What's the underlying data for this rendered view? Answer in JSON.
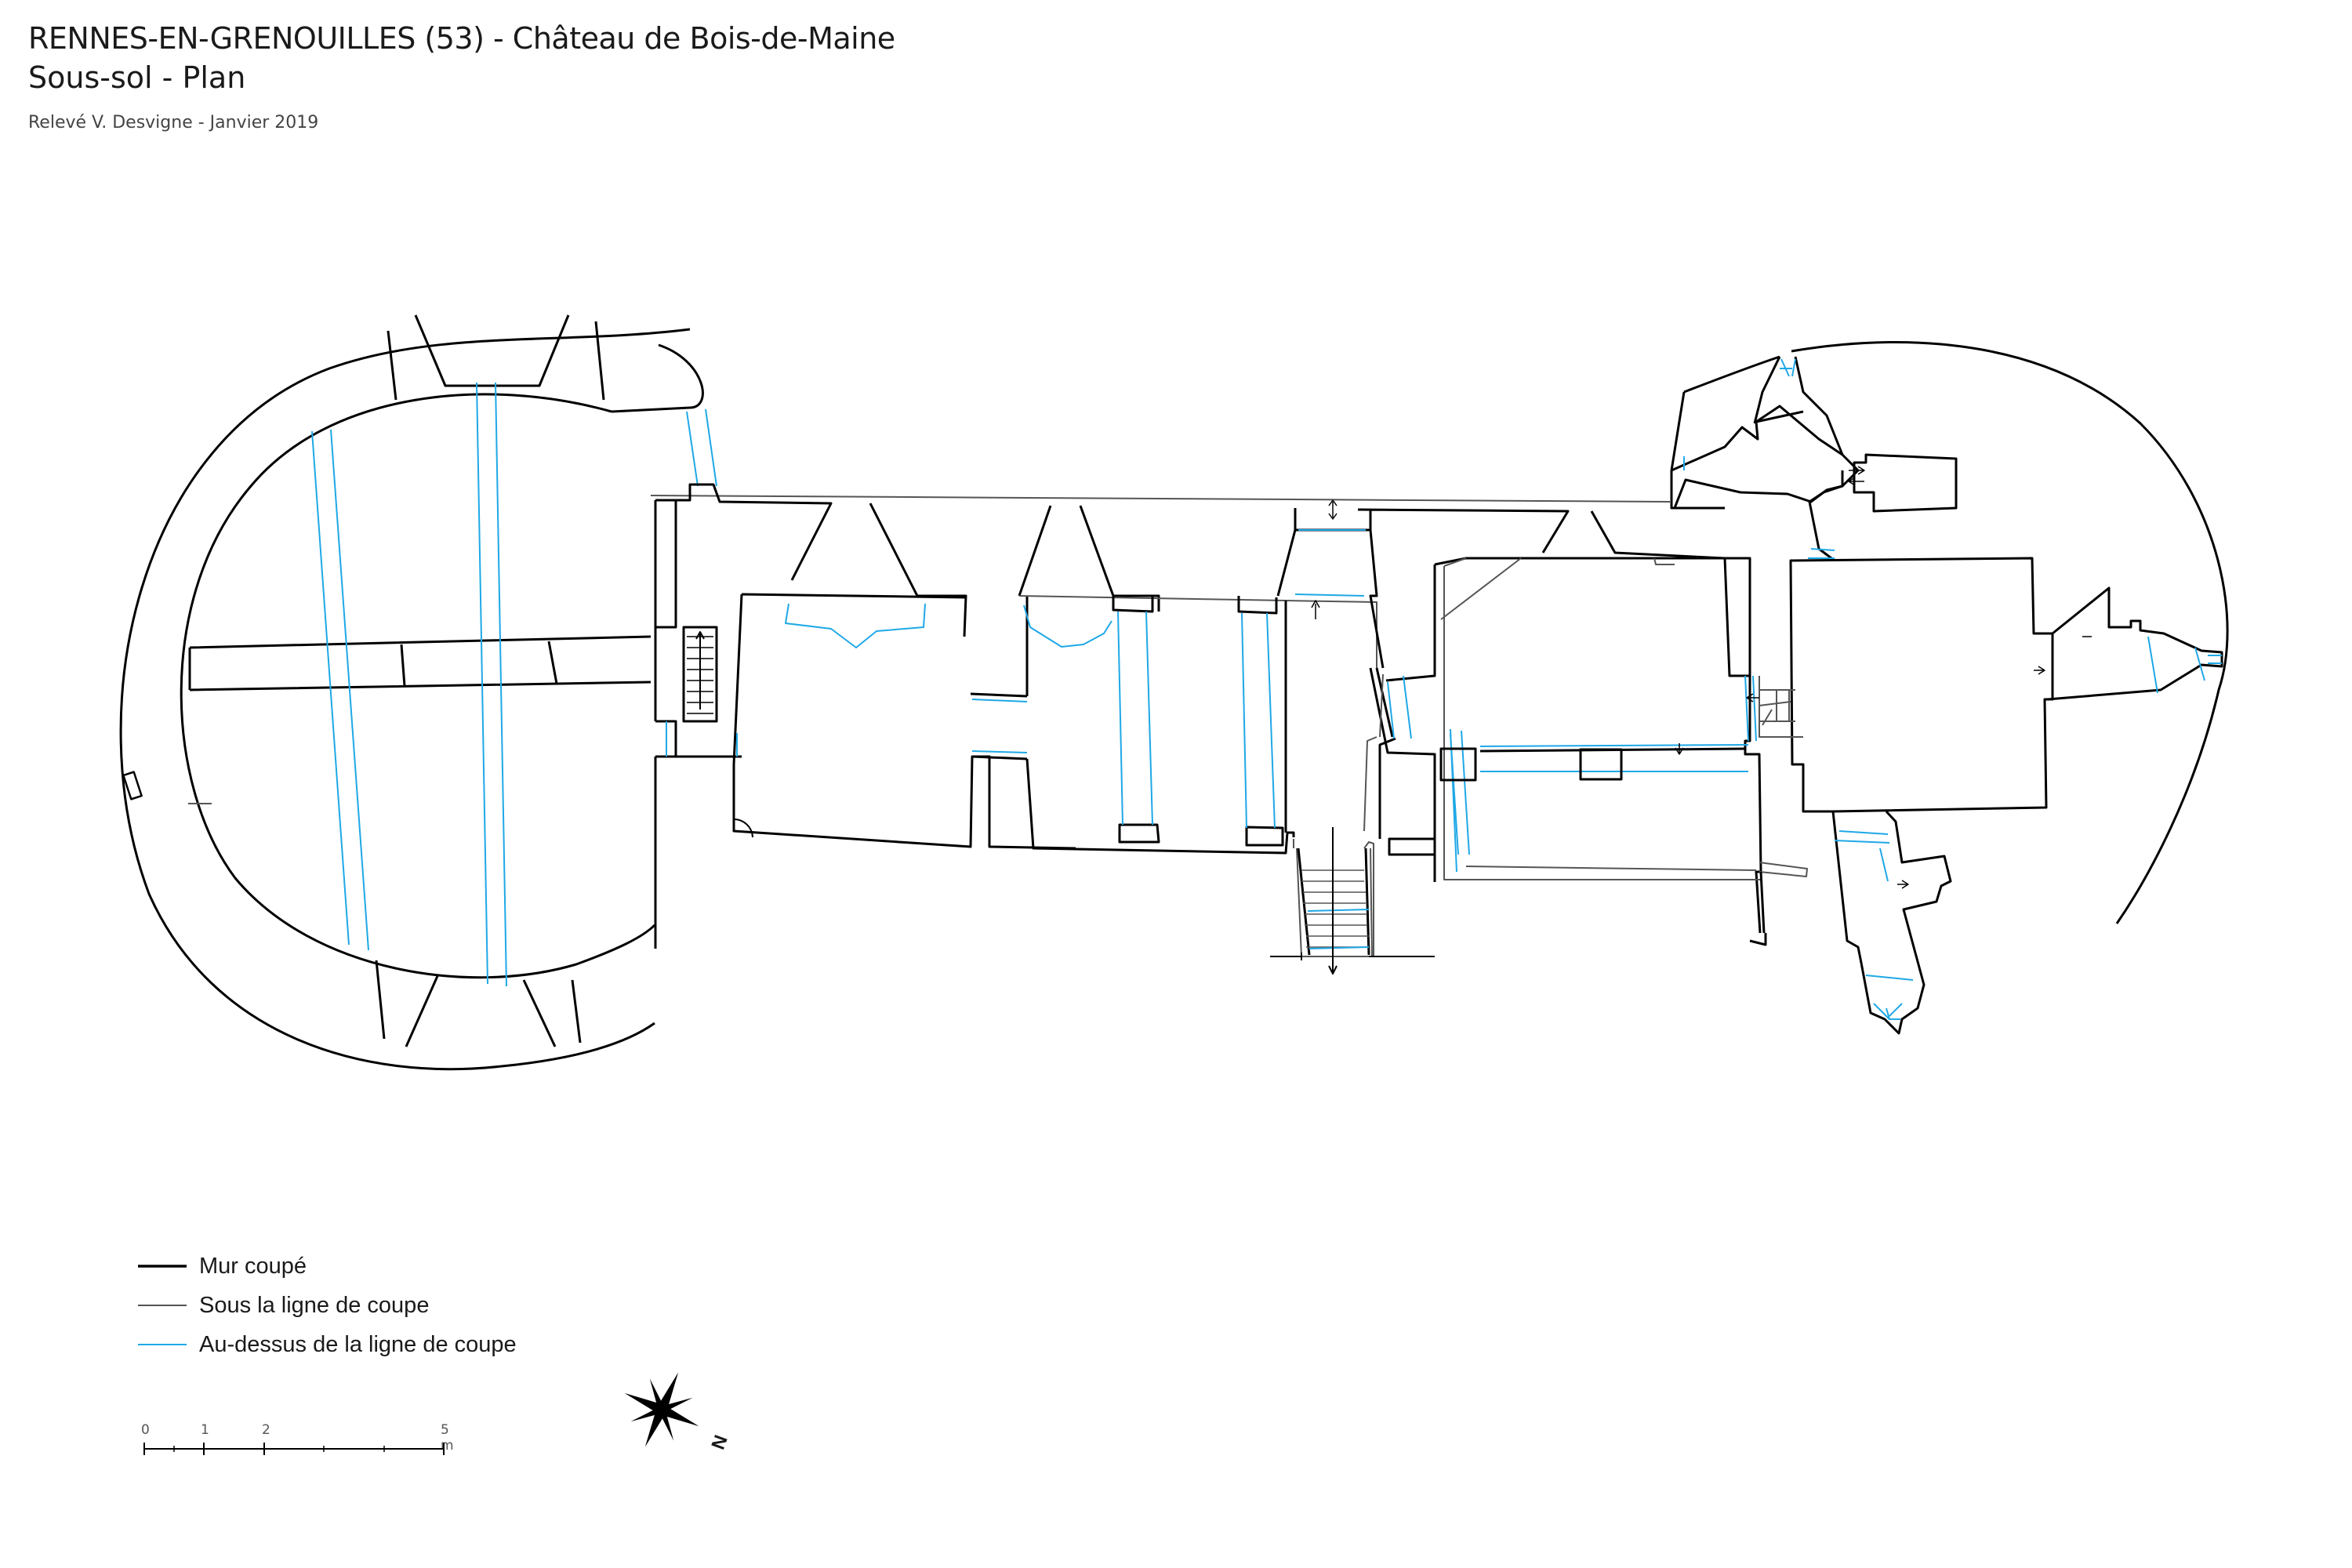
{
  "header": {
    "title": "RENNES-EN-GRENOUILLES (53) - Château de Bois-de-Maine",
    "subtitle": "Sous-sol - Plan",
    "credit": "Relevé V. Desvigne - Janvier 2019"
  },
  "legend": {
    "items": [
      {
        "label": "Mur coupé",
        "color": "#000000"
      },
      {
        "label": "Sous la ligne de coupe",
        "color": "#555555"
      },
      {
        "label": "Au-dessus de la ligne de coupe",
        "color": "#1fa8e6"
      }
    ]
  },
  "scale": {
    "labels": [
      "0",
      "1",
      "2",
      "5 m"
    ]
  },
  "north": {
    "label": "N",
    "icon": "north-arrow-icon"
  },
  "colors": {
    "cut_wall": "#000000",
    "below_cut": "#555555",
    "above_cut": "#1fa8e6"
  }
}
